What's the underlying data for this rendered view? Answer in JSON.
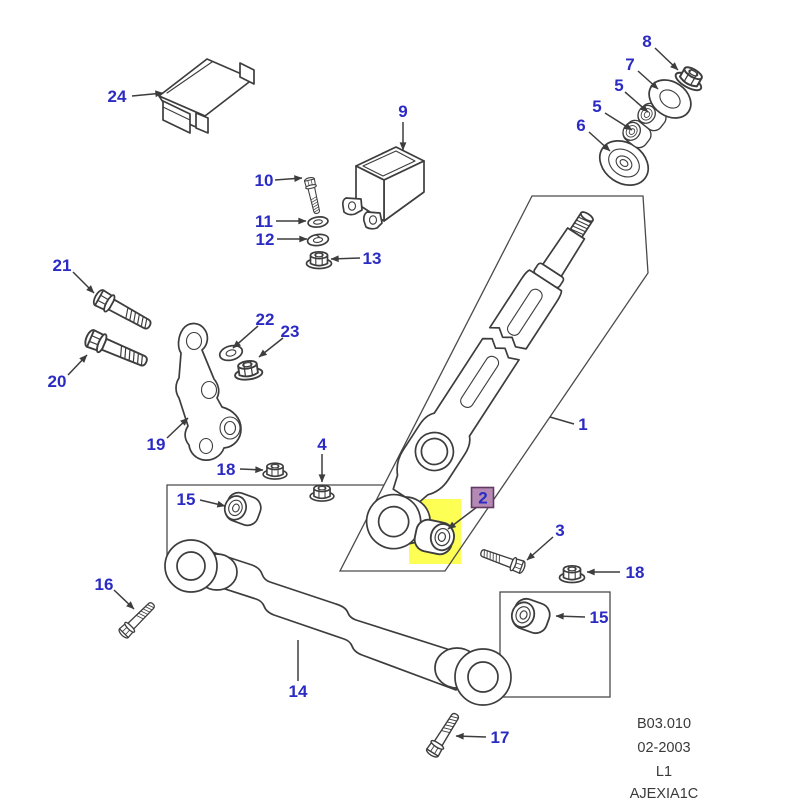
{
  "diagram": {
    "kind": "exploded-parts-diagram",
    "subject": "suspension radius arm / panhard rod assembly",
    "selected_callout": "2"
  },
  "callouts": {
    "n1": "1",
    "n2": "2",
    "n3": "3",
    "n4": "4",
    "n5a": "5",
    "n5b": "5",
    "n6": "6",
    "n7": "7",
    "n8": "8",
    "n9": "9",
    "n10": "10",
    "n11": "11",
    "n12": "12",
    "n13": "13",
    "n14": "14",
    "n15a": "15",
    "n15b": "15",
    "n16": "16",
    "n17": "17",
    "n18a": "18",
    "n18b": "18",
    "n19": "19",
    "n20": "20",
    "n21": "21",
    "n22": "22",
    "n23": "23",
    "n24": "24"
  },
  "doc": {
    "code": "B03.010",
    "date": "02-2003",
    "sheet": "L1",
    "ref": "AJEXIA1C"
  },
  "colors": {
    "callout": "#2b2bc4",
    "line": "#3d3d3d",
    "box": "#4a4a4a",
    "highlight": "#fdff54",
    "tag_bg": "#b48ab4",
    "tag_border": "#633963",
    "doc": "#3a3a3a",
    "background": "#ffffff"
  }
}
